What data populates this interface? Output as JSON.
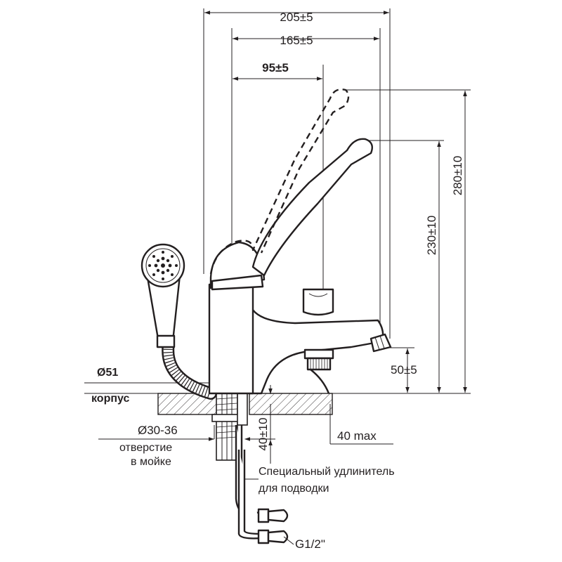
{
  "dimensions": {
    "overall_length": "205±5",
    "spout_length": "165±5",
    "body_to_handle": "95±5",
    "height_handle_raised": "280±10",
    "height_handle_lowered": "230±10",
    "spout_height": "50±5",
    "shank_length": "40±10",
    "deck_thickness": "40 max"
  },
  "labels": {
    "body_diameter": "Ø51",
    "body_caption": "корпус",
    "hole_diameter": "Ø30-36",
    "hole_caption_1": "отверстие",
    "hole_caption_2": "в мойке",
    "extension_line_1": "Специальный удлинитель",
    "extension_line_2": "для подводки",
    "thread": "G1/2\""
  },
  "icons": {
    "shower_head": "shower-head-icon"
  }
}
